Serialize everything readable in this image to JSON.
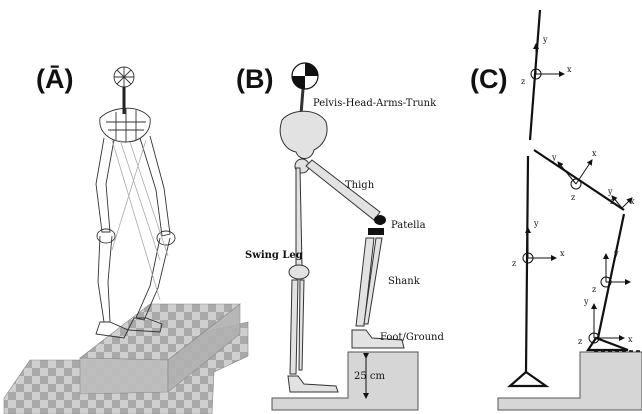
{
  "panels": {
    "a": {
      "label": "(Ā)"
    },
    "b": {
      "label": "(B)",
      "pelvis_head_arms_trunk": "Pelvis-Head-Arms-Trunk",
      "thigh": "Thigh",
      "patella": "Patella",
      "swing_leg": "Swing Leg",
      "shank": "Shank",
      "foot_ground": "Foot/Ground",
      "step_height": "25 cm"
    },
    "c": {
      "label": "(C)"
    }
  },
  "axis_labels": {
    "x": "x",
    "y": "y",
    "z": "z"
  }
}
